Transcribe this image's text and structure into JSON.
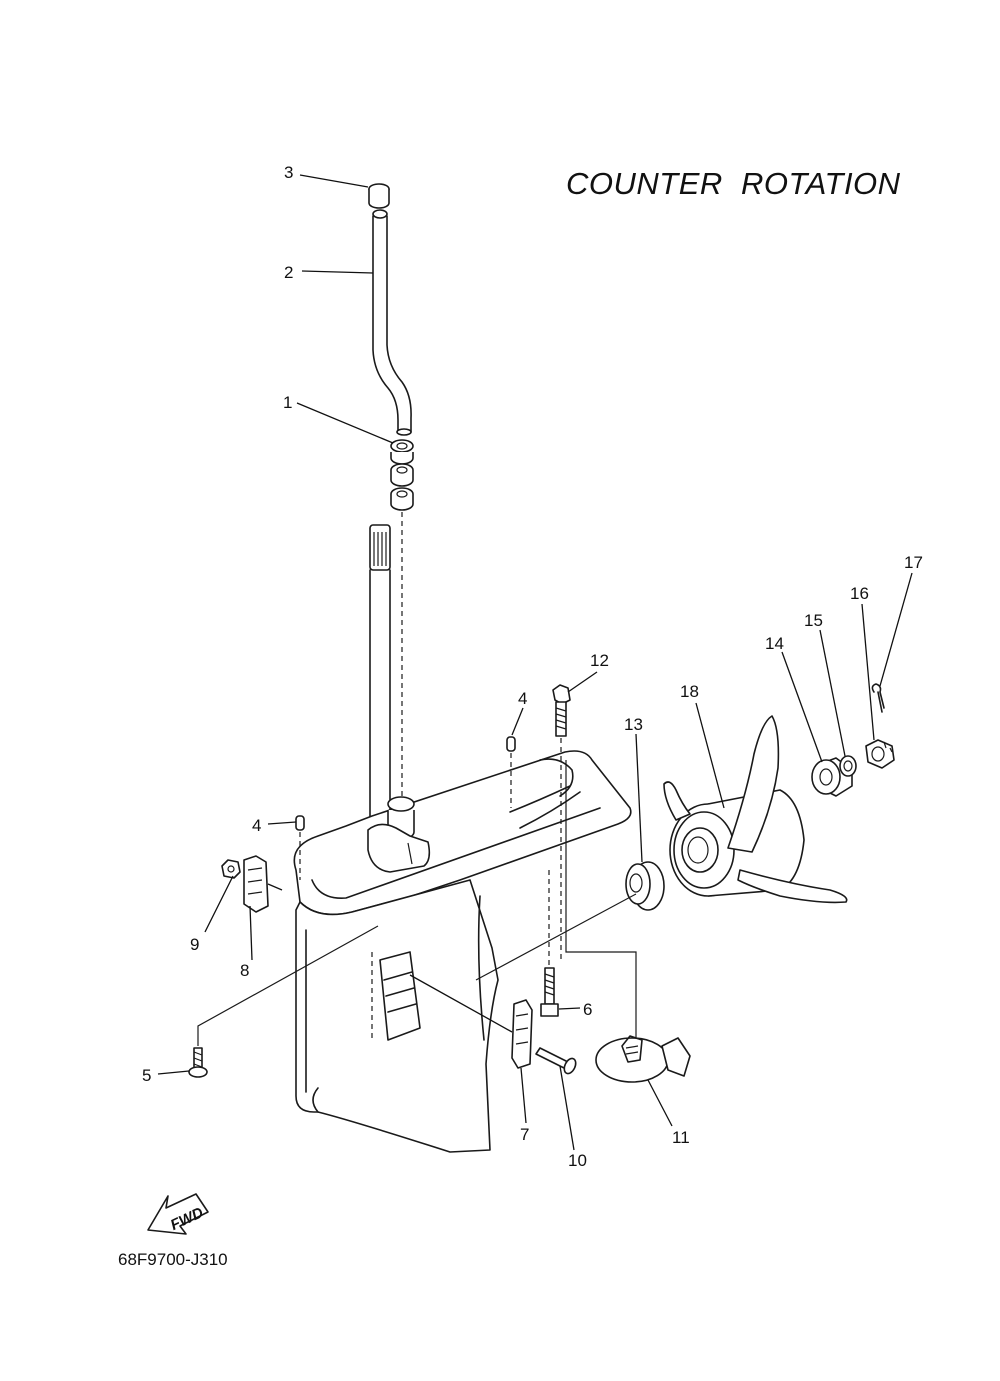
{
  "title": "COUNTER  ROTATION",
  "doc_id": "68F9700-J310",
  "fwd_label": "FWD",
  "callouts": [
    "1",
    "2",
    "3",
    "4",
    "4",
    "5",
    "6",
    "7",
    "8",
    "9",
    "10",
    "11",
    "12",
    "13",
    "14",
    "15",
    "16",
    "17",
    "18"
  ]
}
